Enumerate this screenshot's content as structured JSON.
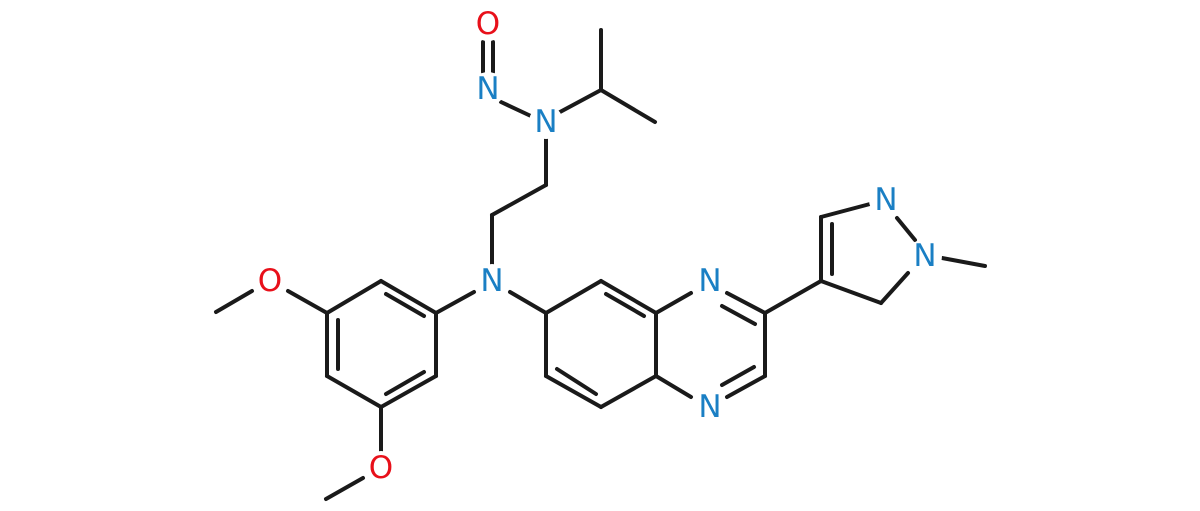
{
  "atoms": [
    {
      "label": "O",
      "color": "#e8101a"
    },
    {
      "label": "N",
      "color": "#1a7fc4"
    },
    {
      "label": "N",
      "color": "#1a7fc4"
    },
    {
      "label": "N",
      "color": "#1a7fc4"
    },
    {
      "label": "N",
      "color": "#1a7fc4"
    },
    {
      "label": "N",
      "color": "#1a7fc4"
    },
    {
      "label": "N",
      "color": "#1a7fc4"
    },
    {
      "label": "N",
      "color": "#1a7fc4"
    },
    {
      "label": "O",
      "color": "#e8101a"
    },
    {
      "label": "O",
      "color": "#e8101a"
    }
  ],
  "colors": {
    "bond": "#1a1a1a",
    "nitrogen": "#1a7fc4",
    "oxygen": "#e8101a",
    "background": "#ffffff"
  }
}
